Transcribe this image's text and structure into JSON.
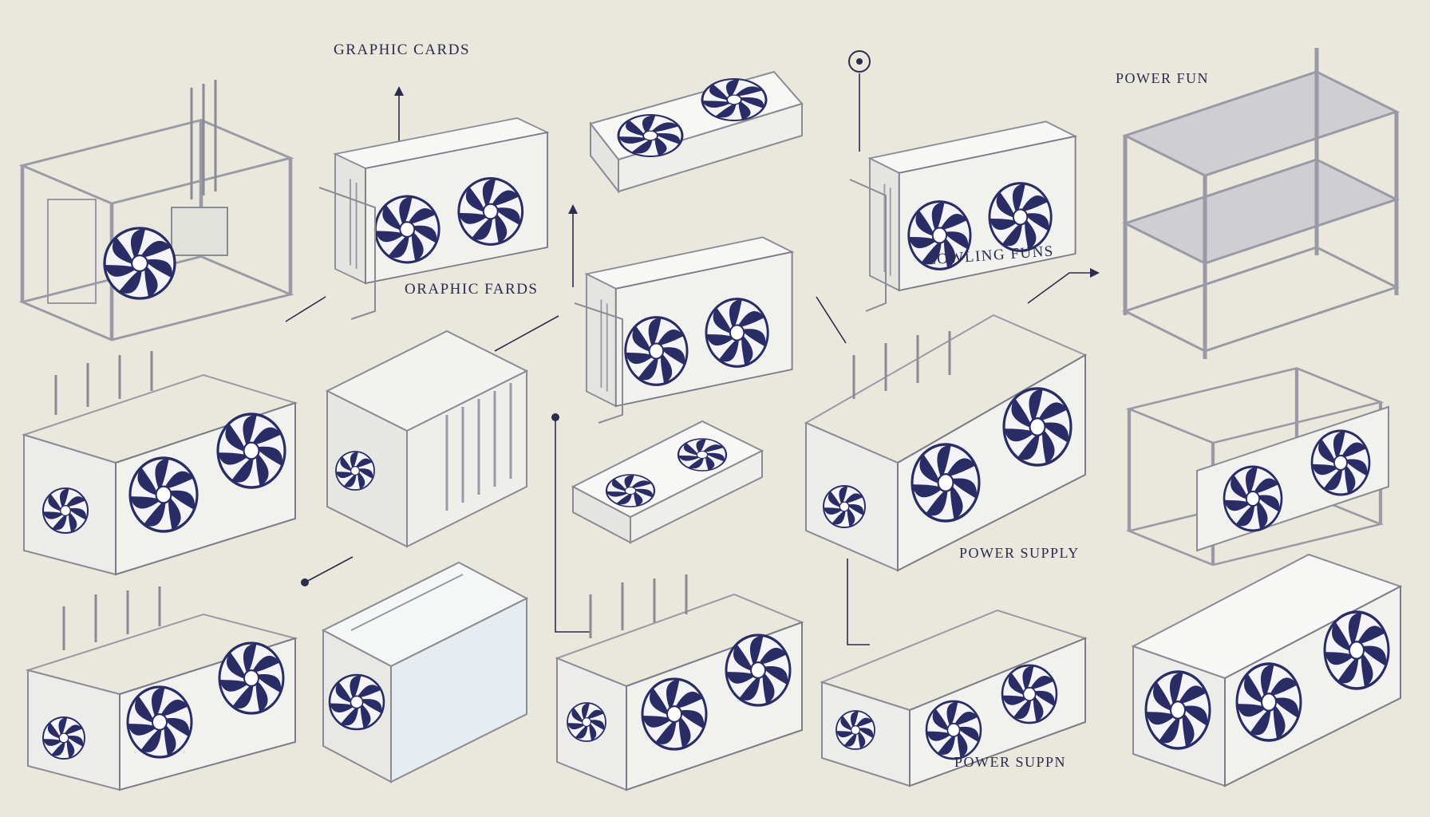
{
  "labels": {
    "graphic_cards_top": "GRAPHIC CARDS",
    "graphic_cards_mid": "ORAPHIC FARDS",
    "cooling_fans": "COWLING FUNS",
    "power_fun": "POWER FUN",
    "power_supply_1": "POWER SUPPLY",
    "power_supply_2": "POWER SUPPN"
  },
  "icons": [
    "fan-icon",
    "graphics-card",
    "rig-frame",
    "power-supply-box",
    "callout-circle-icon"
  ],
  "colors": {
    "background": "#eae7dc",
    "ink": "#2b2c4e",
    "sketch_line": "#9a9aa6",
    "fan_blade": "#2a2c66",
    "panel": "#f1f1ee"
  }
}
